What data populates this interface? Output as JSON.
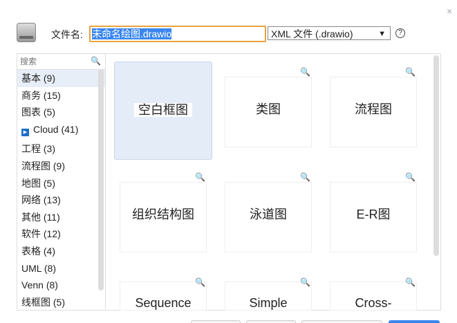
{
  "dialog": {
    "close": "×",
    "filename_label": "文件名:",
    "filename_value": "未命名绘图.drawio",
    "format": "XML 文件 (.drawio)",
    "help": "?"
  },
  "sidebar": {
    "search_placeholder": "搜索",
    "categories": [
      {
        "label": "基本 (9)"
      },
      {
        "label": "商务 (15)"
      },
      {
        "label": "图表 (5)"
      },
      {
        "label": "Cloud (41)"
      },
      {
        "label": "工程 (3)"
      },
      {
        "label": "流程图 (9)"
      },
      {
        "label": "地图 (5)"
      },
      {
        "label": "网络 (13)"
      },
      {
        "label": "其他 (11)"
      },
      {
        "label": "软件 (12)"
      },
      {
        "label": "表格 (4)"
      },
      {
        "label": "UML (8)"
      },
      {
        "label": "Venn (8)"
      },
      {
        "label": "线框图 (5)"
      }
    ]
  },
  "templates": [
    {
      "label": "空白框图"
    },
    {
      "label": "类图"
    },
    {
      "label": "流程图"
    },
    {
      "label": "组织结构图"
    },
    {
      "label": "泳道图"
    },
    {
      "label": "E-R图"
    },
    {
      "label": "Sequence"
    },
    {
      "label": "Simple"
    },
    {
      "label": "Cross-"
    }
  ]
}
